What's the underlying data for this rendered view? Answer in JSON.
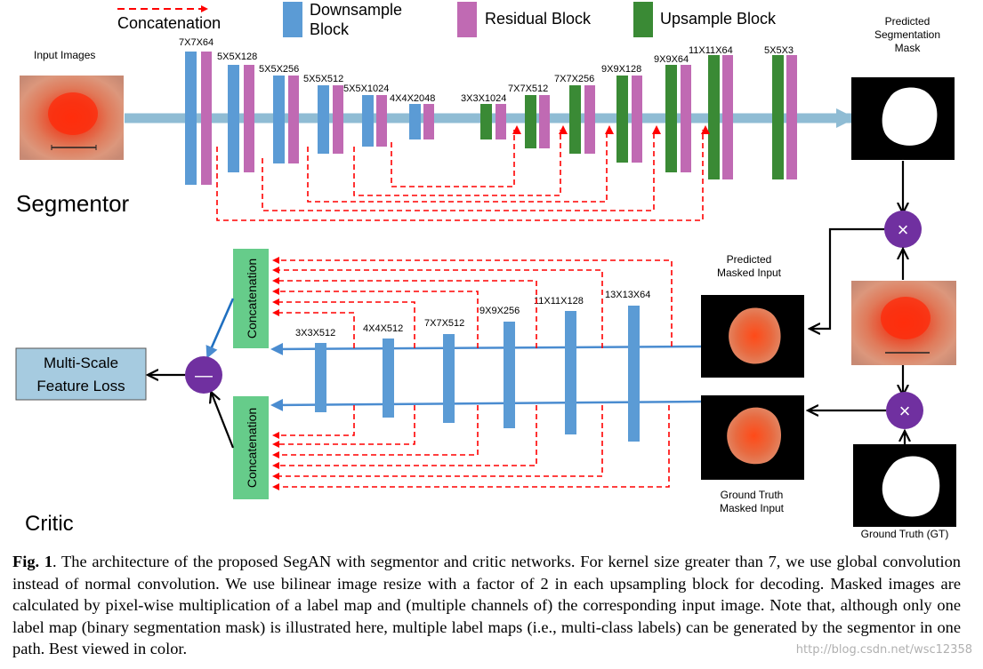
{
  "legend": {
    "concat": "Concatenation",
    "downsample": [
      "Downsample",
      "Block"
    ],
    "residual": "Residual Block",
    "upsample": "Upsample Block"
  },
  "segmentor": {
    "title": "Segmentor",
    "input_label": "Input Images",
    "output_label": [
      "Predicted",
      "Segmentation",
      "Mask"
    ],
    "layers": [
      "7X7X64",
      "5X5X128",
      "5X5X256",
      "5X5X512",
      "5X5X1024",
      "4X4X2048",
      "3X3X1024",
      "7X7X512",
      "7X7X256",
      "9X9X128",
      "9X9X64",
      "11X11X64",
      "5X5X3"
    ]
  },
  "critic": {
    "title": "Critic",
    "layers": [
      "3X3X512",
      "4X4X512",
      "7X7X512",
      "9X9X256",
      "11X11X128",
      "13X13X64"
    ],
    "concat_label": "Concatenation",
    "loss_label": [
      "Multi-Scale",
      "Feature Loss"
    ],
    "pred_masked_label": [
      "Predicted",
      "Masked Input"
    ],
    "gt_masked_label": [
      "Ground Truth",
      "Masked Input"
    ],
    "gt_label": "Ground Truth (GT)"
  },
  "operators": {
    "multiply": "×",
    "subtract": "—"
  },
  "caption": {
    "label": "Fig. 1",
    "text": ". The architecture of the proposed SegAN with segmentor and critic networks. For kernel size greater than 7, we use global convolution instead of normal convolution. We use bilinear image resize with a factor of 2 in each upsampling block for decoding. Masked images are calculated by pixel-wise multiplication of a label map and (multiple channels of) the corresponding input image. Note that, although only one label map (binary segmentation mask) is illustrated here, multiple label maps (i.e., multi-class labels) can be generated by the segmentor in one path. Best viewed in color."
  },
  "watermark": "http://blog.csdn.net/wsc12358",
  "colors": {
    "downsample": "#5b9bd5",
    "residual": "#c06ab3",
    "upsample": "#3a8a35",
    "concat": "#66cc8a",
    "operator": "#7030a0",
    "skip": "#ff0000",
    "main_arrow": "#8fbcd4",
    "critic_arrow": "#4a8cd0",
    "loss_box": "#a6cbe0"
  }
}
